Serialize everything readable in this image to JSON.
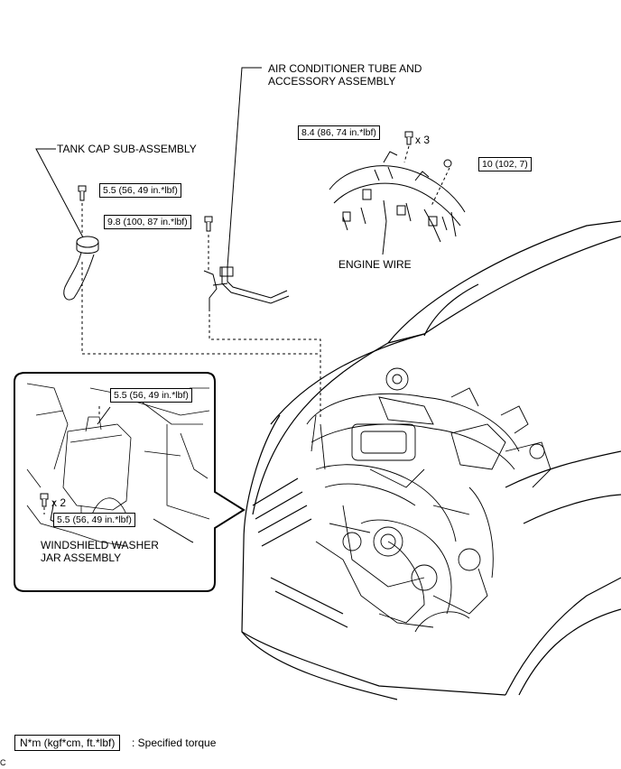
{
  "labels": {
    "ac_tube": [
      "AIR CONDITIONER TUBE AND",
      "ACCESSORY ASSEMBLY"
    ],
    "tank_cap": "TANK CAP SUB-ASSEMBLY",
    "engine_wire": "ENGINE WIRE",
    "washer_jar": [
      "WINDSHIELD WASHER",
      "JAR ASSEMBLY"
    ]
  },
  "torques": {
    "engine_wire_bolt": "8.4 (86, 74 in.*lbf)",
    "engine_wire_nut": "10 (102, 7)",
    "tank_cap_bolt": "5.5 (56, 49 in.*lbf)",
    "ac_tube_bolt": "9.8 (100, 87 in.*lbf)",
    "washer_jar_top": "5.5 (56, 49 in.*lbf)",
    "washer_jar_bottom": "5.5 (56, 49 in.*lbf)"
  },
  "multipliers": {
    "engine_wire_bolt": "x 3",
    "washer_jar_bolt": "x 2"
  },
  "legend": {
    "unit": "N*m (kgf*cm, ft.*lbf)",
    "description": ": Specified torque"
  },
  "corner_mark": "C"
}
